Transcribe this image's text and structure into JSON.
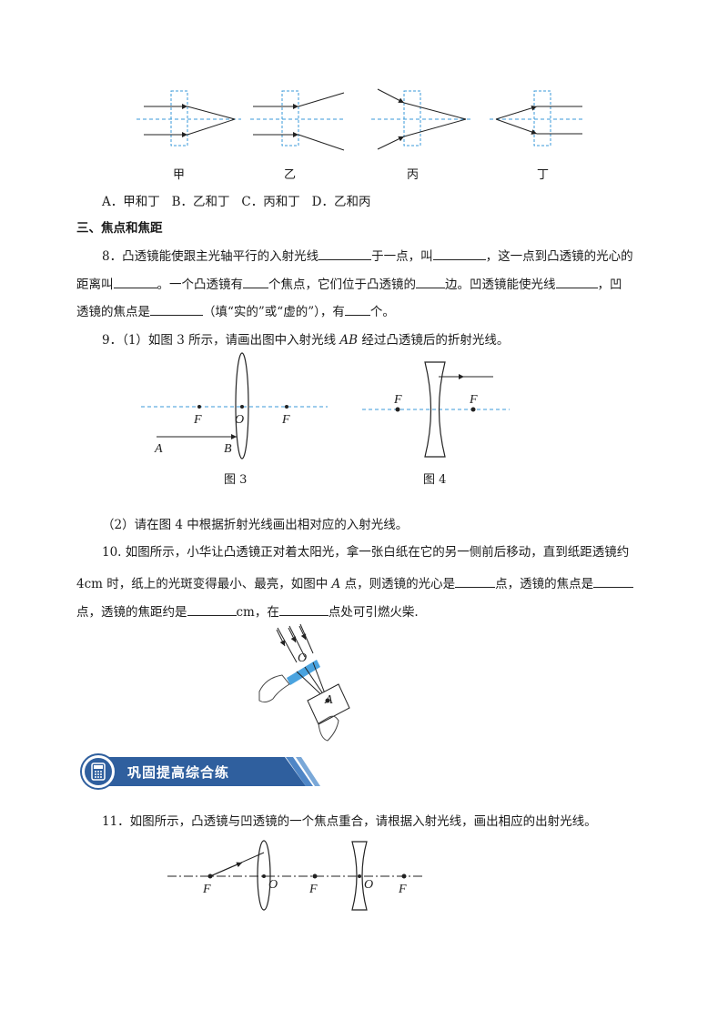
{
  "figure_top": {
    "labels": [
      "甲",
      "乙",
      "丙",
      "丁"
    ]
  },
  "q7": {
    "options": "A．甲和丁   B．乙和丁   C．丙和丁   D．乙和丙"
  },
  "section3": {
    "title": "三、焦点和焦距"
  },
  "q8": {
    "l1a": "8．凸透镜能使跟主光轴平行的入射光线",
    "l1b": "于一点，叫",
    "l1c": "，这一点到凸透镜的光心的",
    "l2a": "距离叫",
    "l2b": "。一个凸透镜有",
    "l2c": "个焦点，它们位于凸透镜的",
    "l2d": "边。凹透镜能使光线",
    "l2e": "，凹",
    "l3a": "透镜的焦点是",
    "l3b": "（填“实的”或“虚的”），有",
    "l3c": "个。"
  },
  "q9": {
    "part1_a": "9．（1）如图 3 所示，请画出图中入射光线 ",
    "part1_ab": "AB",
    "part1_b": " 经过凸透镜后的折射光线。",
    "fig3_caption": "图 3",
    "fig4_caption": "图 4",
    "fig3_labels": {
      "F1": "F",
      "O": "O",
      "F2": "F",
      "A": "A",
      "B": "B"
    },
    "fig4_labels": {
      "F1": "F",
      "F2": "F"
    },
    "part2": "（2）请在图 4 中根据折射光线画出相对应的入射光线。"
  },
  "q10": {
    "l1": "10. 如图所示，小华让凸透镜正对着太阳光，拿一张白纸在它的另一侧前后移动，直到纸距透镜约",
    "l2a": "4cm 时，纸上的光斑变得最小、最亮，如图中 ",
    "l2A": "A",
    "l2b": " 点，则透镜的光心是",
    "l2c": "点，透镜的焦点是",
    "l3a": "点，透镜的焦距约是",
    "l3b": "cm，在",
    "l3c": "点处可引燃火柴.",
    "fig_labels": {
      "O": "O",
      "A": "A"
    }
  },
  "banner": {
    "title": "巩固提高综合练",
    "icon": "calculator-icon"
  },
  "q11": {
    "text": "11．如图所示，凸透镜与凹透镜的一个焦点重合，请根据入射光线，画出相应的出射光线。",
    "labels": {
      "F1": "F",
      "O1": "O",
      "F2": "F",
      "O2": "O",
      "F3": "F"
    }
  },
  "colors": {
    "axis_blue": "#3a9ad9",
    "banner_blue": "#2f5f9e",
    "lens_blue": "#4aa3df"
  }
}
